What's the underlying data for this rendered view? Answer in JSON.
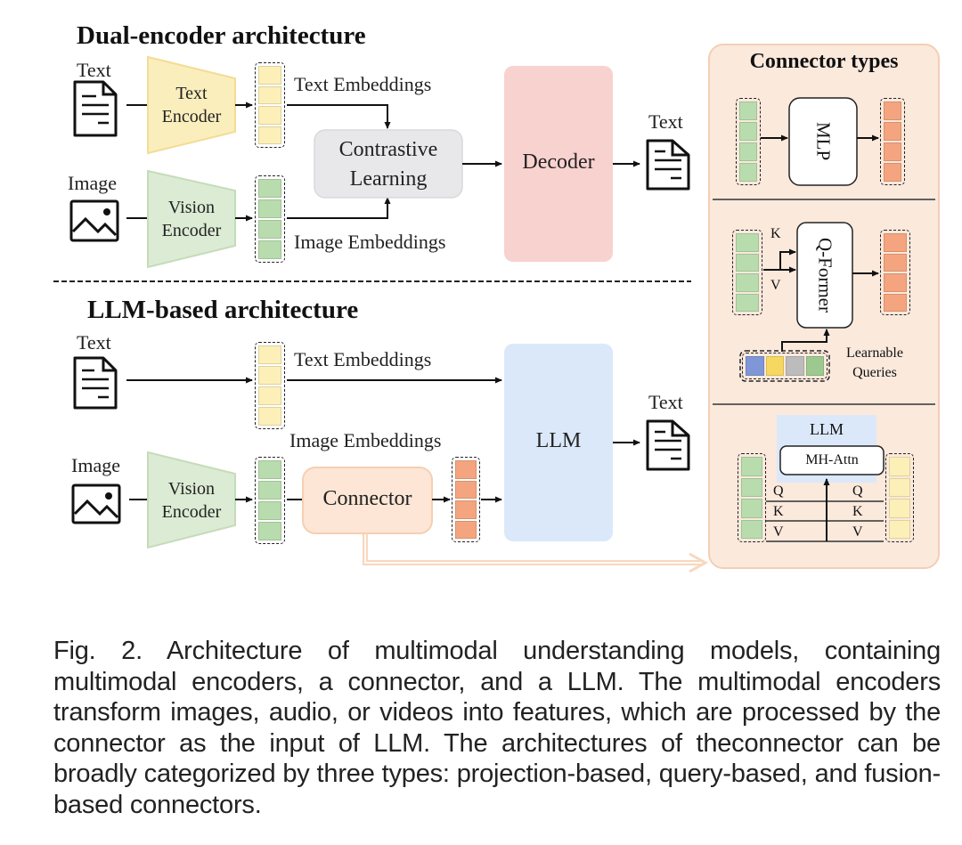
{
  "dual_encoder": {
    "title": "Dual-encoder architecture",
    "text_input_label": "Text",
    "image_input_label": "Image",
    "text_encoder": "Text Encoder",
    "vision_encoder": "Vision Encoder",
    "text_embeddings_label": "Text Embeddings",
    "image_embeddings_label": "Image Embeddings",
    "contrastive_learning": "Contrastive Learning",
    "decoder": "Decoder",
    "output_label": "Text"
  },
  "llm_based": {
    "title": "LLM-based architecture",
    "text_input_label": "Text",
    "image_input_label": "Image",
    "vision_encoder": "Vision Encoder",
    "text_embeddings_label": "Text Embeddings",
    "image_embeddings_label": "Image Embeddings",
    "connector": "Connector",
    "llm": "LLM",
    "output_label": "Text"
  },
  "connector_types": {
    "title": "Connector types",
    "projection": {
      "block": "MLP"
    },
    "query": {
      "block": "Q-Former",
      "k_label": "K",
      "v_label": "V",
      "queries_label": "Learnable Queries"
    },
    "fusion": {
      "llm_label": "LLM",
      "attn_block": "MH-Attn",
      "q_label": "Q",
      "k_label": "K",
      "v_label": "V"
    }
  },
  "colors": {
    "text_encoder": "#fbeebd",
    "vision_encoder": "#dcebd4",
    "contrastive": "#e8e8ea",
    "decoder": "#f8d2cf",
    "llm": "#dbe8fa",
    "connector": "#fde6d5",
    "connector_panel": "#fbe9dc",
    "text_token": "#fcefb8",
    "image_token": "#b9dcae",
    "connector_token": "#f4a57f",
    "query_tokens": [
      "#7f97d6",
      "#f6d761",
      "#bcbcbc",
      "#9cc98f"
    ]
  },
  "caption": {
    "text": "Fig. 2. Architecture of multimodal understanding models, containing multimodal encoders, a connector, and a LLM. The multimodal encoders transform images, audio, or videos into features, which are processed by the connector as the input of LLM. The architectures of theconnector can be broadly categorized by three types: projection-based, query-based, and fusion-based connectors."
  }
}
